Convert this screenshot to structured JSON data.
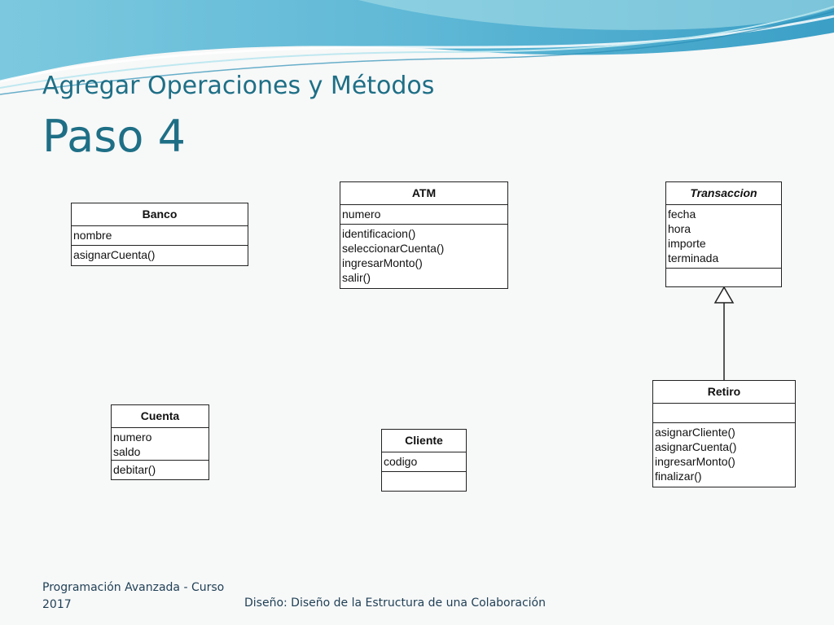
{
  "slide": {
    "title": "Agregar Operaciones y Métodos",
    "subtitle": "Paso 4"
  },
  "footer": {
    "left": "Programación Avanzada - Curso 2017",
    "center": "Diseño: Diseño de la Estructura de una Colaboración"
  },
  "classes": {
    "banco": {
      "name": "Banco",
      "attributes": [
        "nombre"
      ],
      "operations": [
        "asignarCuenta()"
      ]
    },
    "atm": {
      "name": "ATM",
      "attributes": [
        "numero"
      ],
      "operations": [
        "identificacion()",
        "seleccionarCuenta()",
        "ingresarMonto()",
        "salir()"
      ]
    },
    "transaccion": {
      "name": "Transaccion",
      "abstract": true,
      "attributes": [
        "fecha",
        "hora",
        "importe",
        "terminada"
      ],
      "operations": []
    },
    "cuenta": {
      "name": "Cuenta",
      "attributes": [
        "numero",
        "saldo"
      ],
      "operations": [
        "debitar()"
      ]
    },
    "cliente": {
      "name": "Cliente",
      "attributes": [
        "codigo"
      ],
      "operations": []
    },
    "retiro": {
      "name": "Retiro",
      "attributes": [],
      "operations": [
        "asignarCliente()",
        "asignarCuenta()",
        "ingresarMonto()",
        "finalizar()"
      ]
    }
  },
  "relations": [
    {
      "type": "generalization",
      "from": "Retiro",
      "to": "Transaccion"
    }
  ],
  "colors": {
    "title": "#1e6f86",
    "wave_dark": "#3a9fc4",
    "wave_light": "#a6dde8"
  }
}
